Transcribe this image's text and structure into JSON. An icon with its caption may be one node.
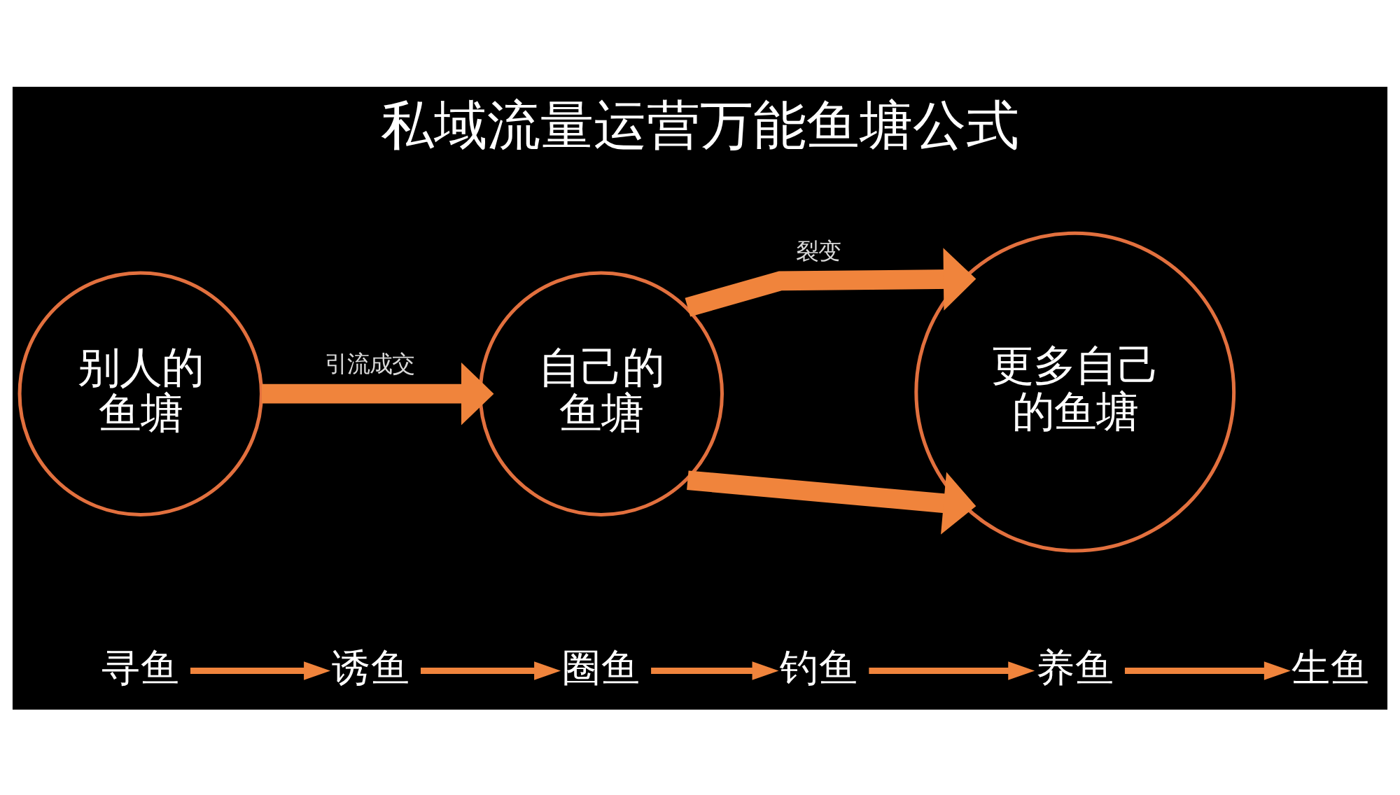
{
  "diagram": {
    "title": "私域流量运营万能鱼塘公式",
    "nodes": [
      {
        "text": [
          "别人的鱼塘"
        ]
      },
      {
        "text": [
          "自己的鱼塘"
        ]
      },
      {
        "text": [
          "更多自己的鱼塘"
        ]
      },
      {
        "text": [
          "寻鱼"
        ]
      },
      {
        "text": [
          "诱鱼"
        ]
      },
      {
        "text": [
          "圈鱼"
        ]
      },
      {
        "text": [
          "钓鱼"
        ]
      },
      {
        "text": [
          "养鱼"
        ]
      },
      {
        "text": [
          "生鱼"
        ]
      }
    ],
    "edges": [
      {
        "from": 0,
        "to": 1,
        "arrow": "to",
        "label": "引流成交",
        "style": "thick"
      },
      {
        "from": 1,
        "to": 2,
        "arrow": "to",
        "label": "裂变",
        "style": "thick"
      },
      {
        "from": 1,
        "to": 2,
        "arrow": "to",
        "style": "thick"
      },
      {
        "from": 3,
        "to": 4,
        "arrow": "to"
      },
      {
        "from": 4,
        "to": 5,
        "arrow": "to"
      },
      {
        "from": 5,
        "to": 6,
        "arrow": "to"
      },
      {
        "from": 6,
        "to": 7,
        "arrow": "to"
      },
      {
        "from": 7,
        "to": 8,
        "arrow": "to"
      }
    ]
  }
}
